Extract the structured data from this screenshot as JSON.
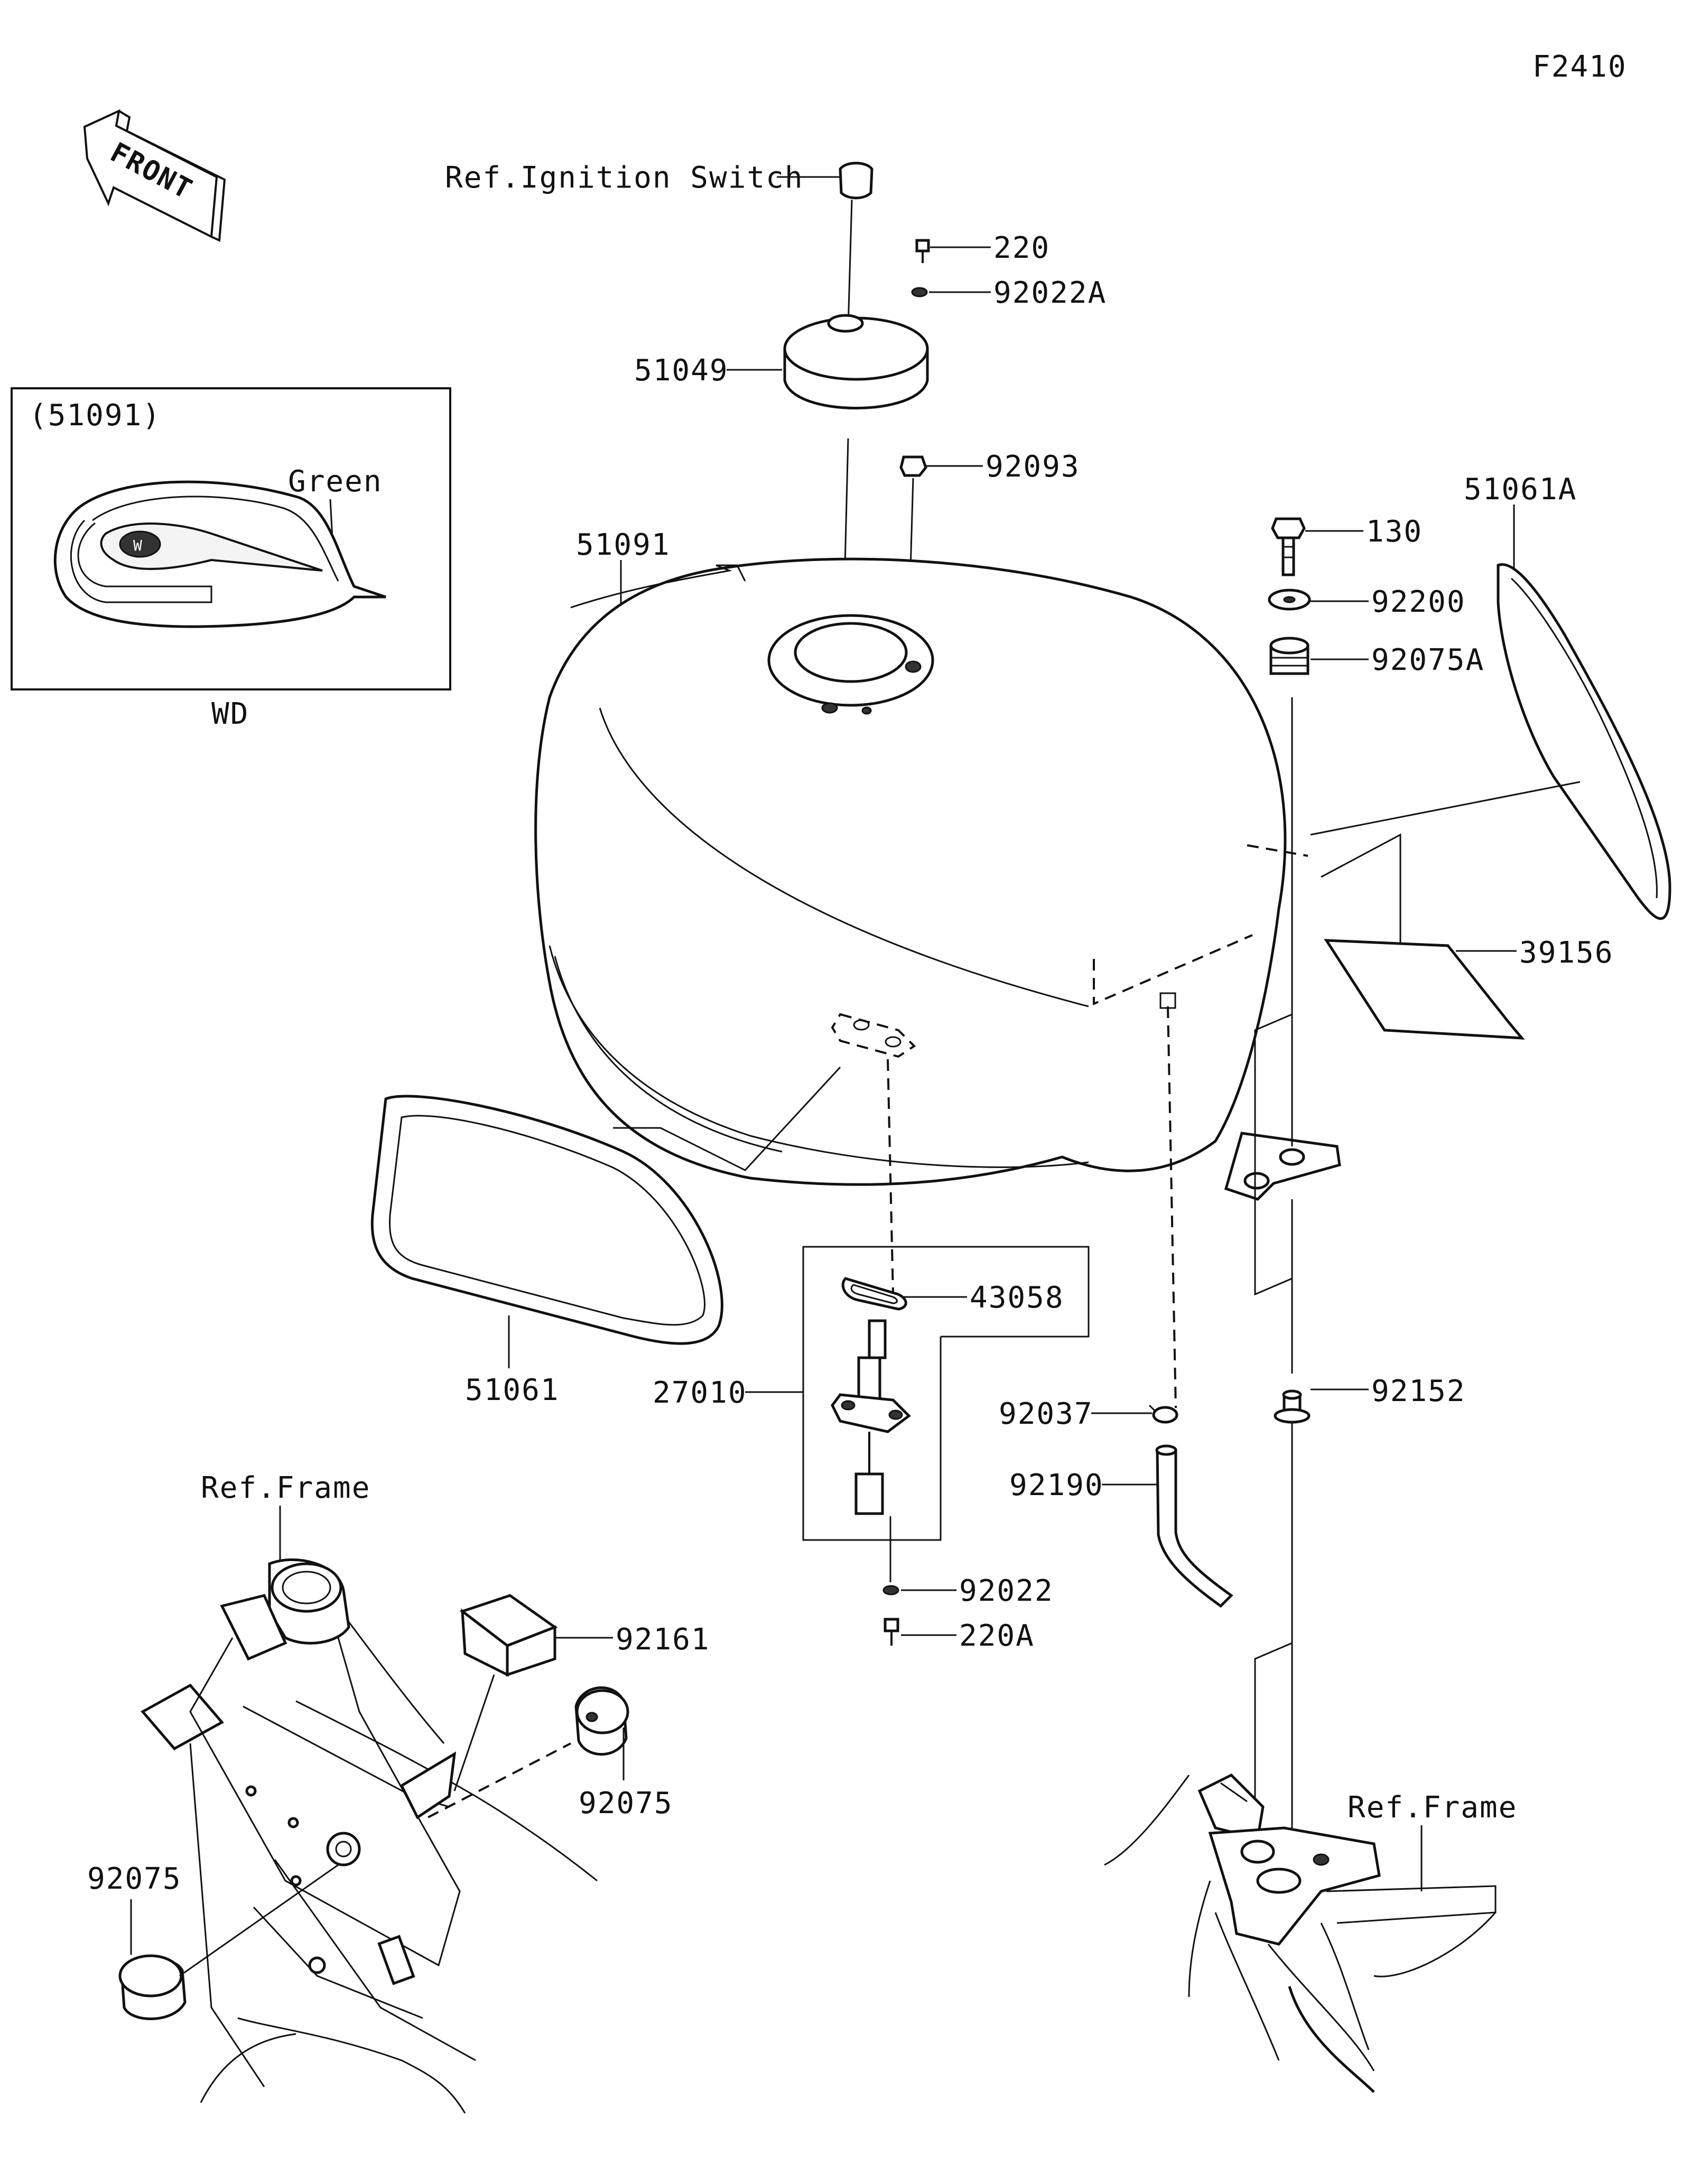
{
  "figure_code": "F2410",
  "front_label": "FRONT",
  "inset": {
    "part_ref": "(51091)",
    "color_label": "Green",
    "caption": "WD"
  },
  "references": {
    "ignition_switch": "Ref.Ignition Switch",
    "frame_left": "Ref.Frame",
    "frame_right": "Ref.Frame"
  },
  "parts": {
    "p220": "220",
    "p92022A": "92022A",
    "p51049": "51049",
    "p92093": "92093",
    "p51091": "51091",
    "p130": "130",
    "p51061A": "51061A",
    "p92200": "92200",
    "p92075A": "92075A",
    "p39156": "39156",
    "p43058": "43058",
    "p27010": "27010",
    "p51061": "51061",
    "p92037": "92037",
    "p92190": "92190",
    "p92152": "92152",
    "p92022": "92022",
    "p220A": "220A",
    "p92161": "92161",
    "p92075_right": "92075",
    "p92075_left": "92075"
  }
}
